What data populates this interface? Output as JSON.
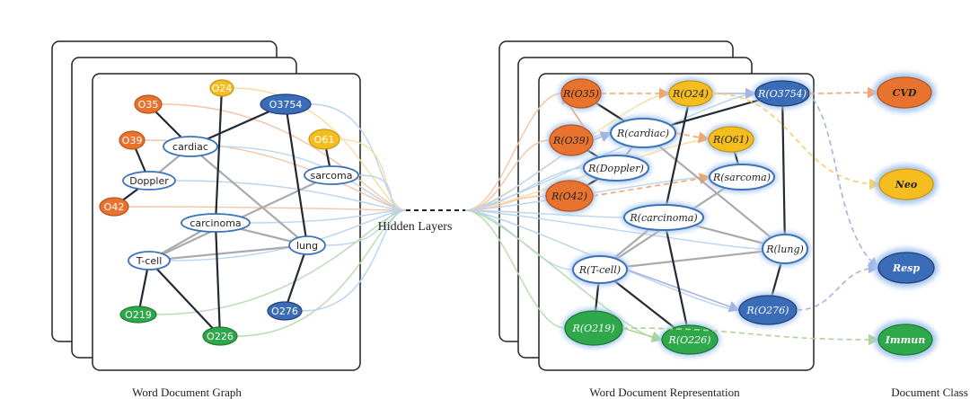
{
  "captions": {
    "left": "Word Document Graph",
    "middle": "Hidden Layers",
    "right": "Word Document Representation",
    "classes": "Document Class"
  },
  "colors": {
    "orange": "#e8732e",
    "yellow": "#f5bd1f",
    "blue": "#3b6cb7",
    "green": "#2ea84a",
    "word_stroke": "#3b72b8",
    "edge_dark": "#222a33",
    "edge_gray": "#aaaaaa",
    "glow": "#a9c8ef"
  },
  "graph": {
    "nodes": [
      {
        "id": "O35",
        "label": "O35",
        "type": "orange"
      },
      {
        "id": "O24",
        "label": "O24",
        "type": "yellow"
      },
      {
        "id": "O3754",
        "label": "O3754",
        "type": "blue"
      },
      {
        "id": "O39",
        "label": "O39",
        "type": "orange"
      },
      {
        "id": "cardiac",
        "label": "cardiac",
        "type": "word"
      },
      {
        "id": "O61",
        "label": "O61",
        "type": "yellow"
      },
      {
        "id": "Doppler",
        "label": "Doppler",
        "type": "word"
      },
      {
        "id": "sarcoma",
        "label": "sarcoma",
        "type": "word"
      },
      {
        "id": "O42",
        "label": "O42",
        "type": "orange"
      },
      {
        "id": "carcinoma",
        "label": "carcinoma",
        "type": "word"
      },
      {
        "id": "lung",
        "label": "lung",
        "type": "word"
      },
      {
        "id": "T-cell",
        "label": "T-cell",
        "type": "word"
      },
      {
        "id": "O219",
        "label": "O219",
        "type": "green"
      },
      {
        "id": "O226",
        "label": "O226",
        "type": "green"
      },
      {
        "id": "O276",
        "label": "O276",
        "type": "blue"
      }
    ],
    "dark_edges": [
      [
        "O35",
        "cardiac"
      ],
      [
        "cardiac",
        "O3754"
      ],
      [
        "O24",
        "carcinoma"
      ],
      [
        "O3754",
        "lung"
      ],
      [
        "O39",
        "Doppler"
      ],
      [
        "Doppler",
        "O42"
      ],
      [
        "O61",
        "sarcoma"
      ],
      [
        "carcinoma",
        "O226"
      ],
      [
        "T-cell",
        "O219"
      ],
      [
        "T-cell",
        "O226"
      ],
      [
        "lung",
        "O276"
      ]
    ],
    "gray_edges": [
      [
        "cardiac",
        "Doppler"
      ],
      [
        "cardiac",
        "lung"
      ],
      [
        "sarcoma",
        "T-cell"
      ],
      [
        "carcinoma",
        "lung"
      ],
      [
        "carcinoma",
        "T-cell"
      ],
      [
        "T-cell",
        "lung"
      ]
    ]
  },
  "representation": {
    "nodes": [
      {
        "id": "O35",
        "label": "R(O35)",
        "type": "orange"
      },
      {
        "id": "O24",
        "label": "R(O24)",
        "type": "yellow"
      },
      {
        "id": "O3754",
        "label": "R(O3754)",
        "type": "blue"
      },
      {
        "id": "O39",
        "label": "R(O39)",
        "type": "orange"
      },
      {
        "id": "cardiac",
        "label": "R(cardiac)",
        "type": "word"
      },
      {
        "id": "O61",
        "label": "R(O61)",
        "type": "yellow"
      },
      {
        "id": "Doppler",
        "label": "R(Doppler)",
        "type": "word"
      },
      {
        "id": "sarcoma",
        "label": "R(sarcoma)",
        "type": "word"
      },
      {
        "id": "O42",
        "label": "R(O42)",
        "type": "orange"
      },
      {
        "id": "carcinoma",
        "label": "R(carcinoma)",
        "type": "word"
      },
      {
        "id": "lung",
        "label": "R(lung)",
        "type": "word"
      },
      {
        "id": "T-cell",
        "label": "R(T-cell)",
        "type": "word"
      },
      {
        "id": "O219",
        "label": "R(O219)",
        "type": "green"
      },
      {
        "id": "O226",
        "label": "R(O226)",
        "type": "green"
      },
      {
        "id": "O276",
        "label": "R(O276)",
        "type": "blue"
      }
    ]
  },
  "classes": [
    {
      "id": "CVD",
      "label": "CVD",
      "type": "orange",
      "from": "O3754"
    },
    {
      "id": "Neo",
      "label": "Neo",
      "type": "yellow",
      "from": "O24"
    },
    {
      "id": "Resp",
      "label": "Resp",
      "type": "blue",
      "from": "O276"
    },
    {
      "id": "Immun",
      "label": "Immun",
      "type": "green",
      "from": "O219"
    }
  ]
}
